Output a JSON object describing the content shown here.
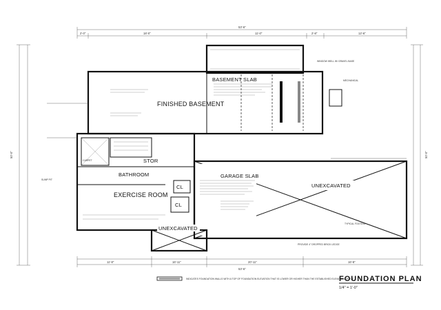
{
  "drawing": {
    "title": "FOUNDATION PLAN",
    "scale": "1/4\" = 1'-0\"",
    "legend_note": "INDICATES FOUNDATION WALLS WITH A TOP OF FOUNDATION ELEVATION THAT IS LOWER OR HIGHER THAN THE ESTABLISHED ELEVATION OF 0'-0\""
  },
  "rooms": {
    "finished_basement": "FINISHED BASEMENT",
    "basement_slab": "BASEMENT SLAB",
    "garage_slab": "GARAGE SLAB",
    "unexcavated_right": "UNEXCAVATED",
    "unexcavated_bottom": "UNEXCAVATED",
    "storage": "STOR",
    "bathroom": "BATHROOM",
    "exercise_room": "EXERCISE ROOM",
    "closet": "CL",
    "carpet": "CARPET"
  },
  "dimensions": {
    "overall_top": "53'-6\"",
    "top_segments": [
      "2'-0\"",
      "18'-0\"",
      "11'-0\"",
      "2'-8\"",
      "12'-6\""
    ],
    "overall_bottom": "53'-6\"",
    "bottom_segments": [
      "11'-8\"",
      "16'-11\"",
      "20'-11\"",
      "16'-8\""
    ],
    "left_side": "50'-0\"",
    "right_side": "50'-0\""
  },
  "notes": {
    "top_right_window": "WINDOW WELL W/ GRAVEL BASE",
    "left_sump": "SUMP PIT",
    "right_mech": "MECHANICAL",
    "footing": "TYPICAL FOOTING",
    "brick_ledge": "PROVIDE 4\" DROPPED BRICK LEDGE"
  }
}
